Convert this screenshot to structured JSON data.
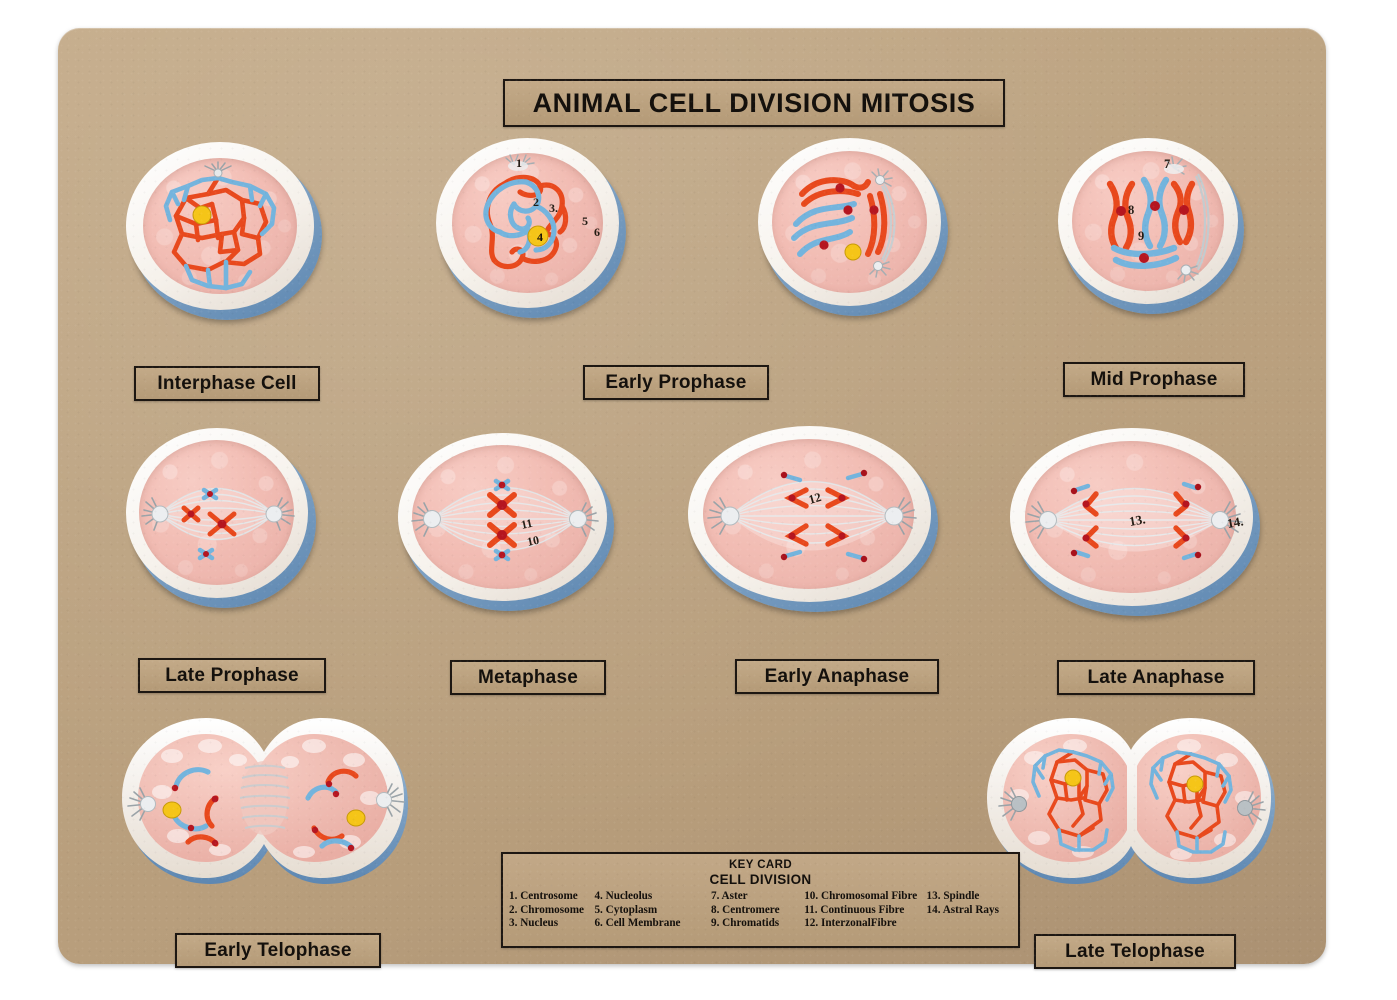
{
  "board": {
    "title": "ANIMAL CELL DIVISION MITOSIS",
    "background_color": "#bda482",
    "page_background": "#ffffff"
  },
  "palette": {
    "board_tan": "#bda482",
    "plaque_border": "#1d1712",
    "cell_blue_rim": "#6f97bd",
    "cell_white_wall": "#f6f2ec",
    "cytoplasm_pink": "#f2bdb4",
    "chromatin_orange": "#e8491d",
    "chromatin_blue": "#74b4dd",
    "nucleolus_yellow": "#f5c518",
    "centromere_red": "#b51620",
    "spindle_grey": "#cfd4d6"
  },
  "stages": [
    {
      "id": "interphase-cell",
      "label": "Interphase Cell",
      "shape": "circle",
      "annotations": [],
      "description": "Round cell with orange and blue reticular chromatin network and a yellow nucleolus"
    },
    {
      "id": "early-prophase",
      "label": "Early Prophase",
      "shape": "circle",
      "annotations": [
        "1",
        "2",
        "3",
        "4",
        "5",
        "6"
      ],
      "description": "Long tangled orange and blue chromatin threads with yellow nucleolus"
    },
    {
      "id": "early-prophase-b",
      "label": "",
      "shape": "circle",
      "annotations": [],
      "description": "Condensing orange and blue chromosomes with red centromeres, yellow nucleolus and forming aster"
    },
    {
      "id": "mid-prophase",
      "label": "Mid Prophase",
      "shape": "circle",
      "annotations": [
        "7",
        "8",
        "9"
      ],
      "description": "Four X-shaped chromosomes with red centromeres, aster and astral rays at periphery"
    },
    {
      "id": "late-prophase",
      "label": "Late Prophase",
      "shape": "circle",
      "annotations": [],
      "description": "Spindle formed between two asters with scattered X chromosomes"
    },
    {
      "id": "metaphase",
      "label": "Metaphase",
      "shape": "oval",
      "annotations": [
        "10",
        "11"
      ],
      "description": "Chromosomes aligned on the equatorial plate of the spindle"
    },
    {
      "id": "early-anaphase",
      "label": "Early Anaphase",
      "shape": "oval",
      "annotations": [
        "12"
      ],
      "description": "V-shaped daughter chromosomes migrating toward opposite poles"
    },
    {
      "id": "late-anaphase",
      "label": "Late Anaphase",
      "shape": "oval",
      "annotations": [
        "13",
        "14"
      ],
      "description": "Chromosomes near the poles with elongated interzonal spindle"
    },
    {
      "id": "early-telophase",
      "label": "Early Telophase",
      "shape": "dumbbell",
      "annotations": [],
      "description": "Two daughter cells joined by a striated midbody, each with nucleolus and aster"
    },
    {
      "id": "late-telophase",
      "label": "Late Telophase",
      "shape": "dumbbell",
      "annotations": [],
      "description": "Two nearly separated daughter cells with reformed chromatin networks and nucleoli"
    }
  ],
  "keycard": {
    "title": "KEY CARD",
    "subtitle": "CELL DIVISION",
    "columns": [
      [
        "1. Centrosome",
        "2. Chromosome",
        "3. Nucleus"
      ],
      [
        "4. Nucleolus",
        "5. Cytoplasm",
        "6. Cell Membrane"
      ],
      [
        "7. Aster",
        "8. Centromere",
        "9. Chromatids"
      ],
      [
        "10. Chromosomal Fibre",
        "11. Continuous Fibre",
        "12. InterzonalFibre"
      ],
      [
        "13. Spindle",
        "14. Astral Rays",
        ""
      ]
    ]
  }
}
